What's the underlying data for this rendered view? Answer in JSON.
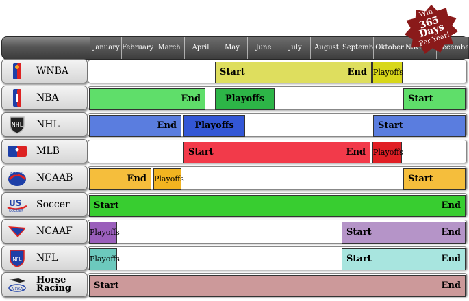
{
  "months": [
    "January",
    "February",
    "March",
    "April",
    "May",
    "June",
    "July",
    "August",
    "September",
    "Oktober",
    "November",
    "December"
  ],
  "badge": {
    "line1": "Win",
    "line2": "365 Days",
    "line3": "Per Year!",
    "color": "#8a1a1a"
  },
  "leagues": [
    {
      "name": "WNBA",
      "logo": "wnba-logo-icon",
      "segments": [
        {
          "type": "season",
          "start": "Start",
          "end": "End",
          "color": "#dede5e"
        },
        {
          "type": "playoffs",
          "label": "Playoffs",
          "color": "#d8d71a"
        }
      ]
    },
    {
      "name": "NBA",
      "logo": "nba-logo-icon",
      "segments": [
        {
          "type": "season",
          "end": "End",
          "color": "#5fde6a"
        },
        {
          "type": "playoffs",
          "label": "Playoffs",
          "color": "#2db547"
        },
        {
          "type": "season",
          "start": "Start",
          "color": "#5fde6a"
        }
      ]
    },
    {
      "name": "NHL",
      "logo": "nhl-logo-icon",
      "segments": [
        {
          "type": "season",
          "end": "End",
          "color": "#5a7ddf"
        },
        {
          "type": "playoffs",
          "label": "Playoffs",
          "color": "#3357d6"
        },
        {
          "type": "season",
          "start": "Start",
          "color": "#5a7ddf"
        }
      ]
    },
    {
      "name": "MLB",
      "logo": "mlb-logo-icon",
      "segments": [
        {
          "type": "season",
          "start": "Start",
          "end": "End",
          "color": "#f23a4a"
        },
        {
          "type": "playoffs",
          "label": "Playoffs",
          "color": "#e11f25"
        }
      ]
    },
    {
      "name": "NCAAB",
      "logo": "ncaa-logo-icon",
      "segments": [
        {
          "type": "season",
          "end": "End",
          "color": "#f5be3c"
        },
        {
          "type": "playoffs",
          "label": "Playoffs",
          "color": "#f2b420"
        },
        {
          "type": "season",
          "start": "Start",
          "color": "#f5be3c"
        }
      ]
    },
    {
      "name": "Soccer",
      "logo": "us-soccer-logo-icon",
      "segments": [
        {
          "type": "season",
          "start": "Start",
          "end": "End",
          "color": "#38cd30"
        }
      ]
    },
    {
      "name": "NCAAF",
      "logo": "ncaa-football-logo-icon",
      "segments": [
        {
          "type": "playoffs",
          "label": "Playoffs",
          "color": "#9a5fbb"
        },
        {
          "type": "season",
          "start": "Start",
          "end": "End",
          "color": "#b594c8"
        }
      ]
    },
    {
      "name": "NFL",
      "logo": "nfl-logo-icon",
      "segments": [
        {
          "type": "playoffs",
          "label": "Playoffs",
          "color": "#6cc9bd"
        },
        {
          "type": "season",
          "start": "Start",
          "end": "End",
          "color": "#a8e5df"
        }
      ]
    },
    {
      "name": "Horse Racing",
      "name_line1": "Horse",
      "name_line2": "Racing",
      "logo": "nyra-logo-icon",
      "segments": [
        {
          "type": "season",
          "start": "Start",
          "end": "End",
          "color": "#cc999a"
        }
      ]
    }
  ]
}
